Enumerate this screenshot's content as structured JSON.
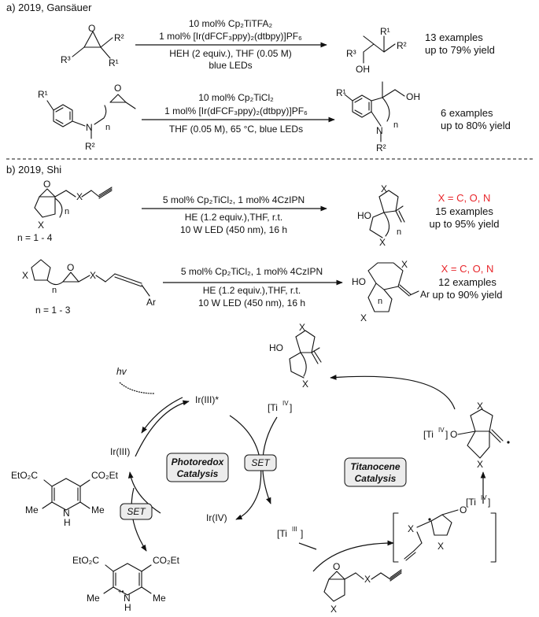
{
  "section_a": {
    "title": "a) 2019, Gansäuer",
    "r1": {
      "line1": "10 mol% Cp₂TiTFA₂",
      "line2": "1 mol% [Ir(dFCF₃ppy)₂(dtbpy)]PF₆",
      "line3": "HEH (2 equiv.), THF (0.05 M)",
      "line4": "blue LEDs",
      "examples": "13 examples",
      "yield": "up to 79% yield"
    },
    "r2": {
      "line1": "10 mol% Cp₂TiCl₂",
      "line2": "1 mol% [Ir(dFCF₃ppy)₂(dtbpy)]PF₆",
      "line3": "THF (0.05 M), 65 °C, blue LEDs",
      "examples": "6 examples",
      "yield": "up to 80% yield"
    },
    "labels": {
      "R1": "R¹",
      "R2": "R²",
      "R3": "R³",
      "OH": "OH",
      "N": "N",
      "n": "n"
    }
  },
  "section_b": {
    "title": "b) 2019, Shi",
    "r1": {
      "line1": "5 mol% Cp₂TiCl₂, 1 mol% 4CzIPN",
      "line2": "HE (1.2 equiv.),THF,  r.t.",
      "line3": "10 W LED (450 nm), 16 h",
      "note": "n = 1 - 4",
      "x_def": "X = C, O, N",
      "examples": "15 examples",
      "yield": "up to 95% yield"
    },
    "r2": {
      "line1": "5 mol% Cp₂TiCl₂, 1 mol% 4CzIPN",
      "line2": "HE (1.2 equiv.),THF,  r.t.",
      "line3": "10 W LED (450 nm), 16 h",
      "note": "n = 1 - 3",
      "x_def": "X = C, O, N",
      "examples": "12 examples",
      "yield": "up to 90% yield"
    },
    "labels": {
      "X": "X",
      "HO": "HO",
      "Ar": "Ar",
      "n": "n",
      "O": "O"
    }
  },
  "mechanism": {
    "hv": "hv",
    "ir3_excited": "Ir(III)*",
    "ir3": "Ir(III)",
    "ir4": "Ir(IV)",
    "ti4": "[Ti",
    "ti4_sup": "IV",
    "ti3": "[Ti",
    "ti3_sup": "III",
    "photoredox_1": "Photoredox",
    "photoredox_2": "Catalysis",
    "titanocene_1": "Titanocene",
    "titanocene_2": "Catalysis",
    "set": "SET",
    "co2et_left": "EtO₂C",
    "co2et_right": "CO₂Et",
    "me": "Me",
    "nh_n": "N",
    "nh_h": "H",
    "radical_cation": "+•"
  }
}
